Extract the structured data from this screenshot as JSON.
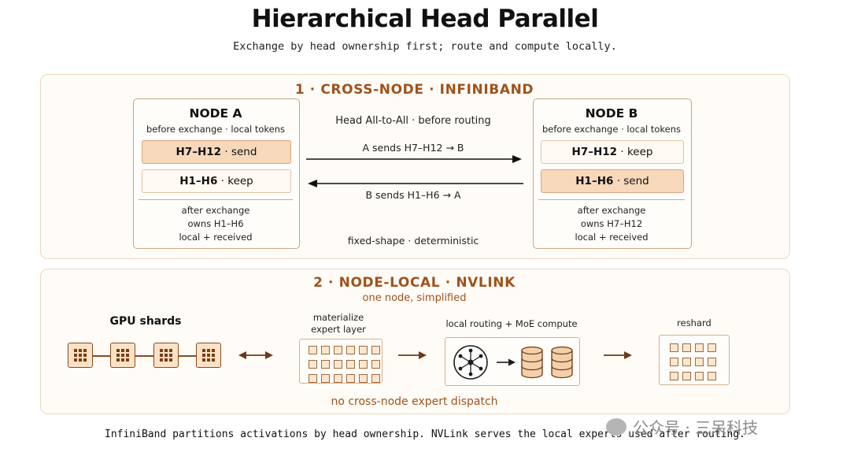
{
  "title": "Hierarchical Head Parallel",
  "subtitle": "Exchange by head ownership first; route and compute locally.",
  "stage1": {
    "title": "1 · CROSS-NODE · INFINIBAND",
    "node_a": {
      "title": "NODE A",
      "subtitle": "before exchange · local tokens",
      "row1_heads": "H7–H12",
      "row1_action": "· send",
      "row2_heads": "H1–H6",
      "row2_action": "· keep",
      "after_1": "after exchange",
      "after_2": "owns H1–H6",
      "after_3": "local + received"
    },
    "node_b": {
      "title": "NODE B",
      "subtitle": "before exchange · local tokens",
      "row1_heads": "H7–H12",
      "row1_action": "· keep",
      "row2_heads": "H1–H6",
      "row2_action": "· send",
      "after_1": "after exchange",
      "after_2": "owns H7–H12",
      "after_3": "local + received"
    },
    "center_title": "Head All-to-All · before routing",
    "arrow_right_label": "A sends H7–H12 → B",
    "arrow_left_label": "B sends H1–H6 → A",
    "center_footer": "fixed-shape · deterministic"
  },
  "stage2": {
    "title": "2 · NODE-LOCAL · NVLINK",
    "subtitle": "one node, simplified",
    "gpu_label": "GPU shards",
    "gpu_count": 4,
    "materialize_label_1": "materialize",
    "materialize_label_2": "expert layer",
    "routing_label": "local routing + MoE compute",
    "reshard_label": "reshard",
    "footer": "no cross-node expert dispatch"
  },
  "footer": "InfiniBand partitions activations by head ownership. NVLink serves the local experts used after routing.",
  "watermark": "公众号 · 三呆科技",
  "colors": {
    "accent": "#a0521c",
    "send_fill": "#f7d8bb",
    "panel_border": "#edd6bd"
  },
  "icons": [
    "gpu-chip-icon",
    "double-arrow-icon",
    "arrow-right-icon",
    "router-hub-icon",
    "database-icon",
    "wechat-logo-icon"
  ]
}
